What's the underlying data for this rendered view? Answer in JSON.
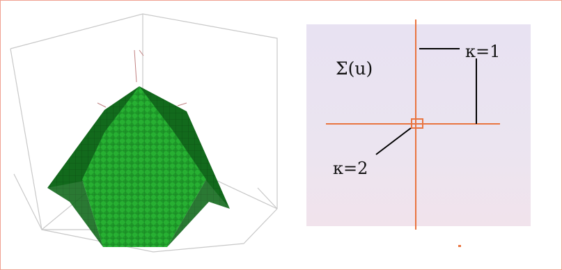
{
  "labels": {
    "sigma": "Σ(u)",
    "kappa1": "κ=1",
    "kappa2": "κ=2"
  },
  "colors": {
    "frame_border": "#f0a090",
    "cross_lines": "#e9743f",
    "pointer_lines": "#000000",
    "surface_green": "#1f9a2a",
    "surface_dark": "#0f5f1a",
    "box_wire": "#c8c8c8"
  },
  "icons": {
    "surface_plot": "3d-pyramid-surface",
    "marker": "open-square-marker"
  }
}
